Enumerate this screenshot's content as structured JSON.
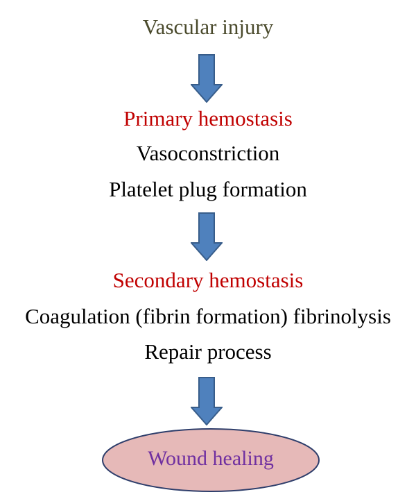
{
  "diagram": {
    "start": "Vascular injury",
    "primary": {
      "title": "Primary hemostasis",
      "items": [
        "Vasoconstriction",
        "Platelet plug formation"
      ]
    },
    "secondary": {
      "title": "Secondary hemostasis",
      "items": [
        "Coagulation (fibrin formation) fibrinolysis",
        "Repair process"
      ]
    },
    "end": "Wound healing"
  },
  "colors": {
    "arrow_fill": "#4f81bd",
    "arrow_stroke": "#385d8a",
    "stage_title": "#c00000",
    "start_text": "#4a4a2c",
    "end_text": "#7030a0",
    "ellipse_fill": "#e6b9b8",
    "ellipse_stroke": "#2e3e6b"
  }
}
